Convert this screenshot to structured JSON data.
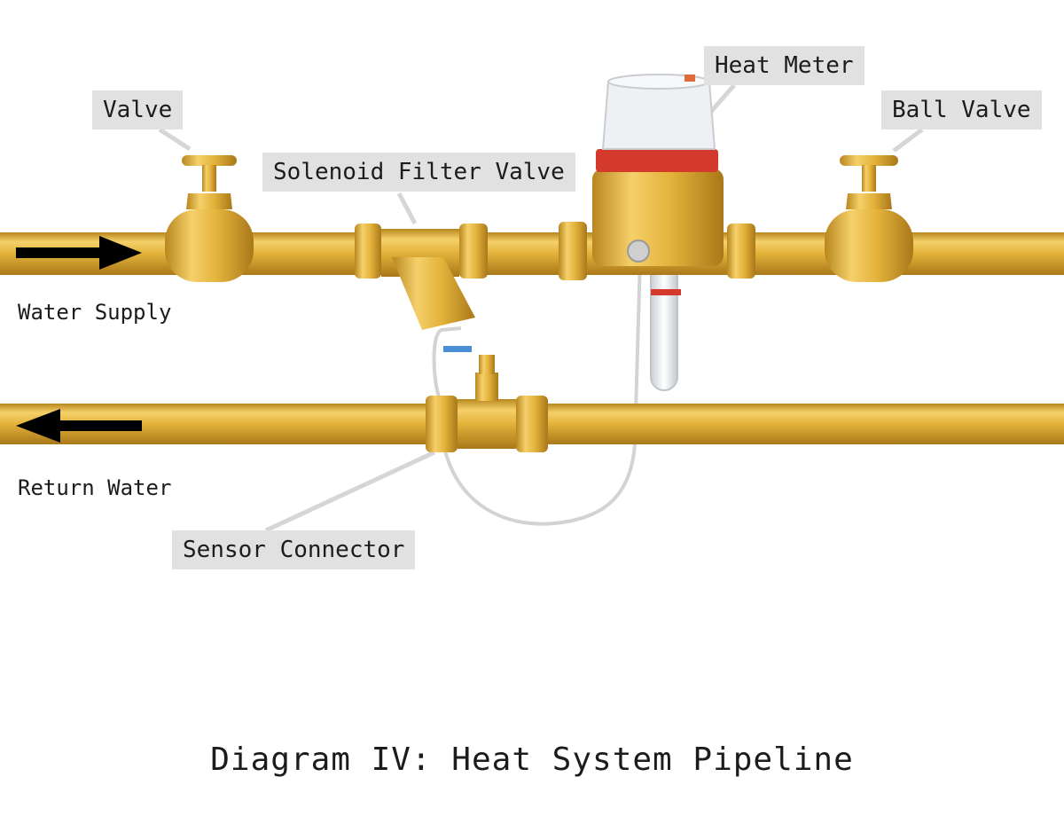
{
  "caption": "Diagram IV: Heat System Pipeline",
  "callouts": {
    "valve": "Valve",
    "solenoid_filter_valve": "Solenoid Filter Valve",
    "heat_meter": "Heat Meter",
    "ball_valve": "Ball Valve",
    "sensor_connector": "Sensor Connector"
  },
  "flow_labels": {
    "supply": "Water Supply",
    "return": "Return Water"
  },
  "colors": {
    "pipe_brass": "#e3b23a",
    "meter_band": "#d33a2c",
    "flow_arrow": "#000000",
    "sensor_mark_return": "#4a8fd6",
    "sensor_mark_supply": "#d33a2c"
  }
}
